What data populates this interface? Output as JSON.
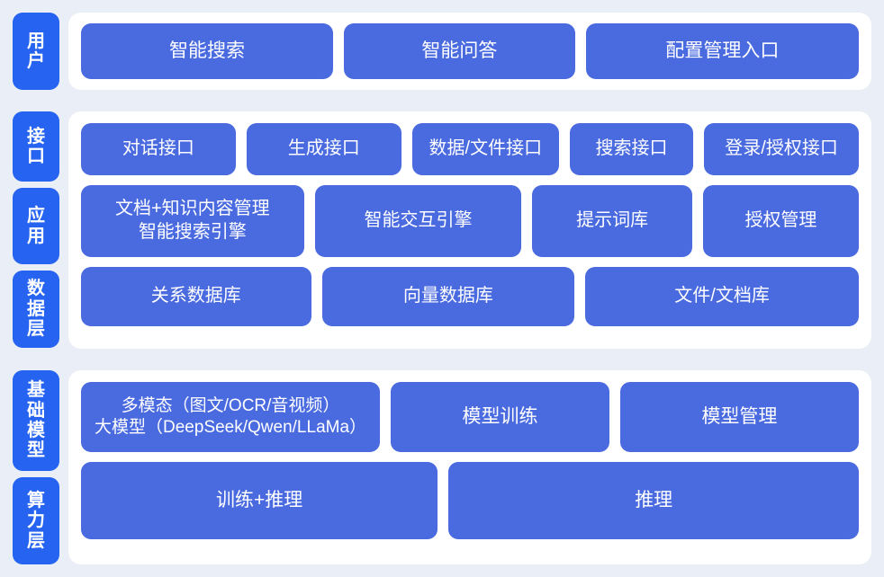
{
  "colors": {
    "page_background": "#eaeef7",
    "panel_background": "#ffffff",
    "tab_blue": "#2563f0",
    "card_blue": "#4a6ae0",
    "text_on_blue": "#ffffff"
  },
  "bands": {
    "user": {
      "tabs": [
        {
          "label_line1": "用",
          "label_line2": "户"
        }
      ],
      "rows": [
        {
          "name": "user-entries",
          "cards": [
            {
              "lines": [
                "智能搜索"
              ],
              "flex": 285
            },
            {
              "lines": [
                "智能问答"
              ],
              "flex": 260
            },
            {
              "lines": [
                "配置管理入口"
              ],
              "flex": 310
            }
          ]
        }
      ]
    },
    "middle": {
      "tabs": [
        {
          "label_line1": "接",
          "label_line2": "口"
        },
        {
          "label_line1": "应",
          "label_line2": "用"
        },
        {
          "label_line1": "数",
          "label_line2": "据",
          "label_line3": "层"
        }
      ],
      "rows": [
        {
          "name": "interface-row",
          "cards": [
            {
              "lines": [
                "对话接口"
              ],
              "flex": 180
            },
            {
              "lines": [
                "生成接口"
              ],
              "flex": 180
            },
            {
              "lines": [
                "数据/文件接口"
              ],
              "flex": 170
            },
            {
              "lines": [
                "搜索接口"
              ],
              "flex": 140
            },
            {
              "lines": [
                "登录/授权接口"
              ],
              "flex": 180
            }
          ]
        },
        {
          "name": "application-row",
          "cards": [
            {
              "lines": [
                "文档+知识内容管理",
                "智能搜索引擎"
              ],
              "flex": 258
            },
            {
              "lines": [
                "智能交互引擎"
              ],
              "flex": 238
            },
            {
              "lines": [
                "提示词库"
              ],
              "flex": 180
            },
            {
              "lines": [
                "授权管理"
              ],
              "flex": 175
            }
          ]
        },
        {
          "name": "data-row",
          "cards": [
            {
              "lines": [
                "关系数据库"
              ],
              "flex": 258
            },
            {
              "lines": [
                "向量数据库"
              ],
              "flex": 285
            },
            {
              "lines": [
                "文件/文档库"
              ],
              "flex": 310
            }
          ]
        }
      ]
    },
    "bottom": {
      "tabs": [
        {
          "label_line1": "基",
          "label_line2": "础",
          "label_line3": "模",
          "label_line4": "型"
        },
        {
          "label_line1": "算",
          "label_line2": "力",
          "label_line3": "层"
        }
      ],
      "rows": [
        {
          "name": "model-row",
          "cards": [
            {
              "lines": [
                "多模态（图文/OCR/音视频）",
                "大模型（DeepSeek/Qwen/LLaMa）"
              ],
              "flex": 340
            },
            {
              "lines": [
                "模型训练"
              ],
              "flex": 244
            },
            {
              "lines": [
                "模型管理"
              ],
              "flex": 268
            }
          ]
        },
        {
          "name": "compute-row",
          "cards": [
            {
              "lines": [
                "训练+推理"
              ],
              "flex": 398
            },
            {
              "lines": [
                "推理"
              ],
              "flex": 460
            }
          ]
        }
      ]
    }
  }
}
